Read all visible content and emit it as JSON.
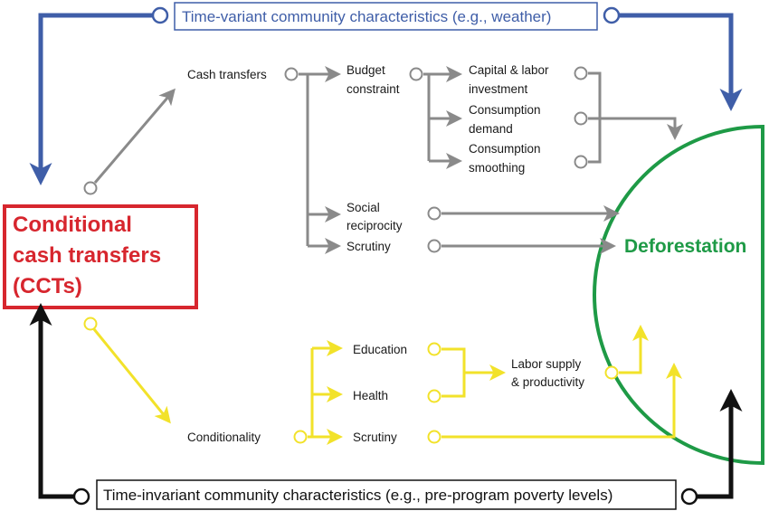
{
  "colors": {
    "blue": "#3f5ea8",
    "red": "#d7262e",
    "green": "#1e9a46",
    "grey": "#8a8a8a",
    "yellow": "#f2e22a",
    "black": "#111111"
  },
  "top_box": "Time-variant community characteristics (e.g., weather)",
  "bottom_box": "Time-invariant community characteristics (e.g., pre-program poverty levels)",
  "cct": {
    "line1": "Conditional",
    "line2": "cash transfers",
    "line3": "(CCTs)"
  },
  "outcome": "Deforestation",
  "cash": {
    "root": "Cash transfers",
    "budget": {
      "line1": "Budget",
      "line2": "constraint"
    },
    "capital": {
      "line1": "Capital & labor",
      "line2": "investment"
    },
    "demand": {
      "line1": "Consumption",
      "line2": "demand"
    },
    "smoothing": {
      "line1": "Consumption",
      "line2": "smoothing"
    },
    "social": {
      "line1": "Social",
      "line2": "reciprocity"
    },
    "scrutiny": "Scrutiny"
  },
  "cond": {
    "root": "Conditionality",
    "education": "Education",
    "health": "Health",
    "scrutiny": "Scrutiny",
    "labor": {
      "line1": "Labor supply",
      "line2": "& productivity"
    }
  }
}
